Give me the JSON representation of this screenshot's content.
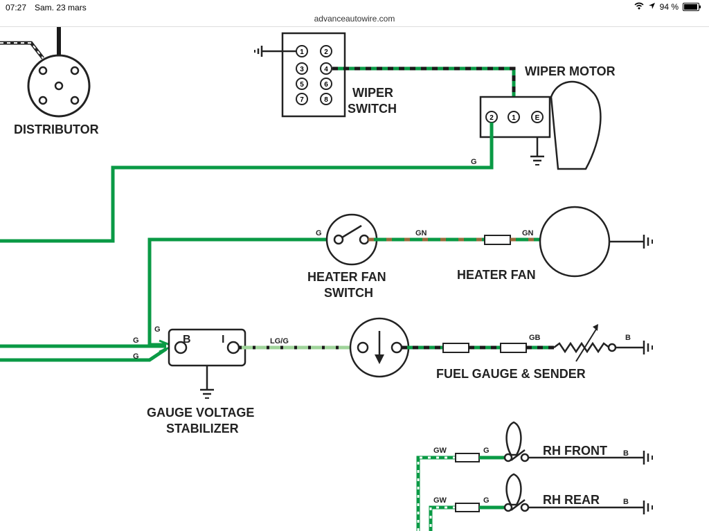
{
  "status_bar": {
    "time": "07:27",
    "date": "Sam. 23 mars",
    "battery": "94 %",
    "battery_level": 0.94
  },
  "browser": {
    "url": "advanceautowire.com"
  },
  "colors": {
    "green": "#0a9a45",
    "light_green": "#9fd49a",
    "black": "#1a1a1a",
    "brown": "#9a6b3c"
  },
  "diagram": {
    "components": {
      "distributor": "DISTRIBUTOR",
      "wiper_switch": [
        "WIPER",
        "SWITCH"
      ],
      "wiper_motor": "WIPER MOTOR",
      "heater_fan_switch": [
        "HEATER FAN",
        "SWITCH"
      ],
      "heater_fan": "HEATER FAN",
      "gauge_voltage_stabilizer": [
        "GAUGE VOLTAGE",
        "STABILIZER"
      ],
      "fuel_gauge_sender": "FUEL GAUGE & SENDER",
      "rh_front": "RH FRONT",
      "rh_rear": "RH REAR"
    },
    "wiper_switch_pins": [
      "1",
      "2",
      "3",
      "4",
      "5",
      "6",
      "7",
      "8"
    ],
    "wiper_motor_pins": [
      "2",
      "1",
      "E"
    ],
    "stabilizer_terminals": [
      "B",
      "I"
    ],
    "wire_labels": {
      "wiper_g": "G",
      "heater_switch_g": "G",
      "heater_gn_1": "GN",
      "heater_gn_2": "GN",
      "stab_g_top": "G",
      "stab_g_1": "G",
      "stab_g_2": "G",
      "lg_g": "LG/G",
      "gb": "GB",
      "fuel_b": "B",
      "front_gw": "GW",
      "front_g": "G",
      "front_b": "B",
      "rear_gw": "GW",
      "rear_g": "G",
      "rear_b": "B"
    }
  }
}
